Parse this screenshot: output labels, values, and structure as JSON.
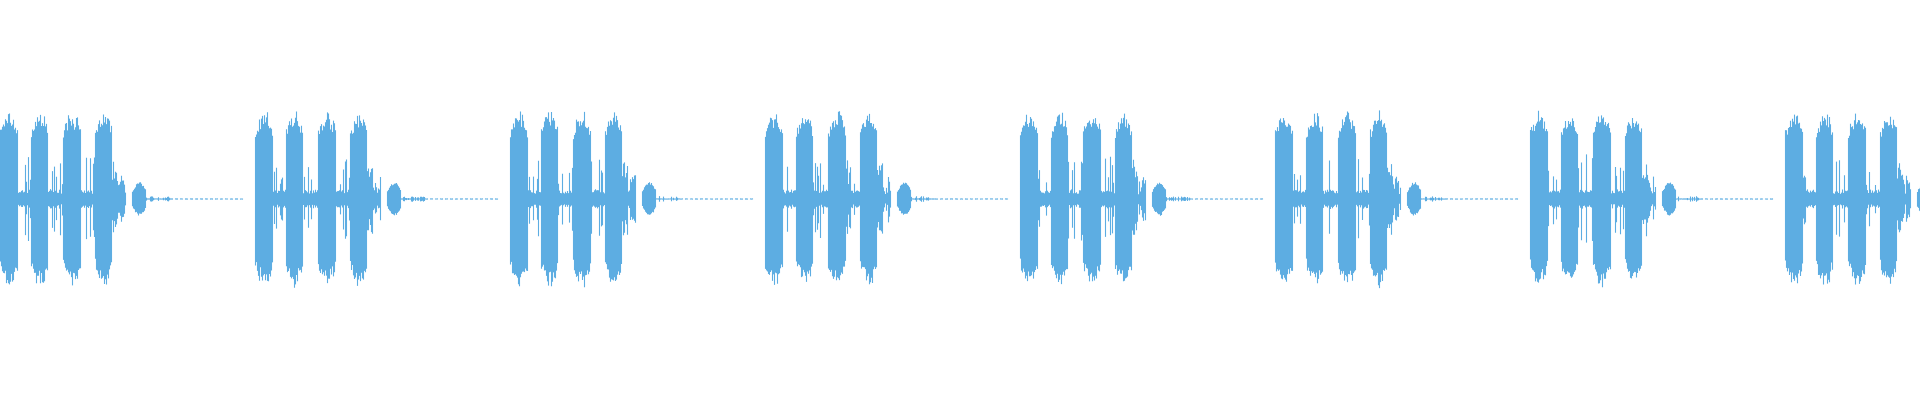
{
  "waveform": {
    "color": "#5dade2",
    "background": "#ffffff",
    "visible_repeats": 8,
    "segments_per_repeat": [
      "burst",
      "burst",
      "burst",
      "burst",
      "small-burst",
      "silence"
    ]
  }
}
